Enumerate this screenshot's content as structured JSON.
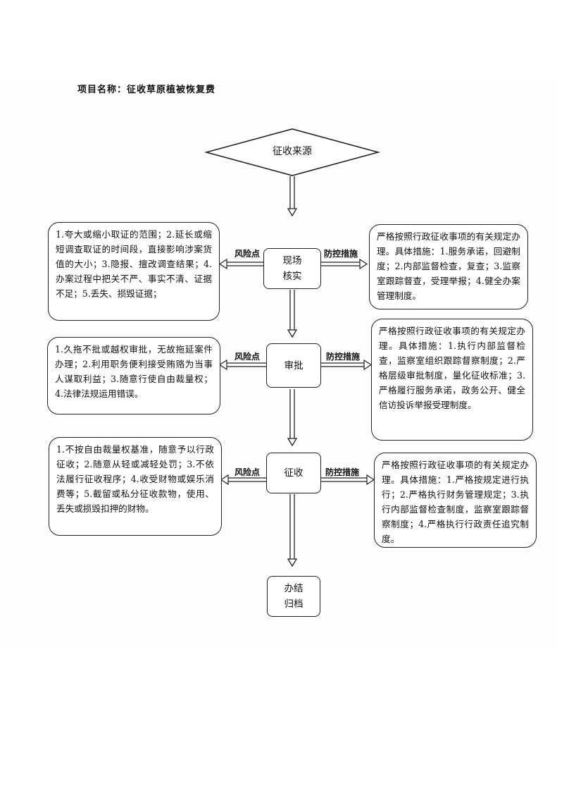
{
  "title": "项目名称：征收草原植被恢复费",
  "start": "征收来源",
  "stages": [
    {
      "node": "现场\n核实",
      "risk_label": "风险点",
      "control_label": "防控措施",
      "risks": "1.夸大或缩小取证的范围；2.延长或缩短调查取证的时间段，直接影响涉案货值的大小；3.隐报、擅改调查结果；4.办案过程中把关不严、事实不清、证据不足；5.丢失、损毁证据；",
      "controls": "严格按照行政征收事项的有关规定办理。具体措施：1.服务承诺，回避制度；2.内部监督检查，复查；3.监察室跟踪督查，受理举报；4.健全办案管理制度。"
    },
    {
      "node": "审批",
      "risk_label": "风险点",
      "control_label": "防控措施",
      "risks": "1.久拖不批或越权审批，无故拖延案件办理；2.利用职务便利接受贿赂为当事人谋取利益；3.随意行使自由裁量权；4.法律法规运用错误。",
      "controls": "严格按照行政征收事项的有关规定办理。具体措施：1.执行内部监督检查，监察室组织跟踪督察制度；2.严格层级审批制度，量化征收标准；3.严格履行服务承诺，政务公开、健全信访投诉举报受理制度。"
    },
    {
      "node": "征收",
      "risk_label": "风险点",
      "control_label": "防控措施",
      "risks": "1.不按自由裁量权基准，随意予以行政征收；2.随意从轻或减轻处罚；3.不依法履行征收程序；4.收受财物或娱乐消费等；5.截留或私分征收款物，使用、丢失或损毁扣押的财物。",
      "controls": "严格按照行政征收事项的有关规定办理。具体措施：1.严格按规定进行执行；2.严格执行财务管理规定；3.执行内部监督检查制度，监察室跟踪督察制度；4.严格执行行政责任追究制度。"
    }
  ],
  "end": "办结\n归档"
}
